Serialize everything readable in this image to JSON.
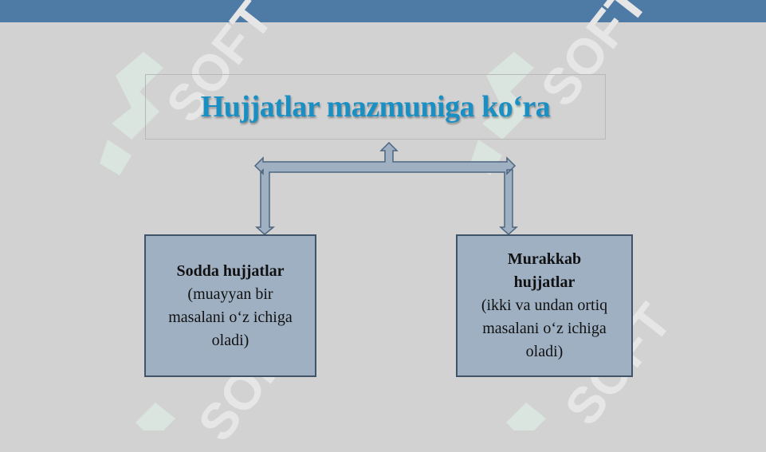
{
  "colors": {
    "top_bar": "#4e7aa6",
    "background": "#d2d2d2",
    "title": "#1a8fc4",
    "box_fill": "#9fb0c3",
    "box_border": "#3f5369",
    "arrow_fill": "#9fb0c3",
    "arrow_stroke": "#4d6580",
    "watermark": "#e6e6e6",
    "watermark_logo": "#dff5e8"
  },
  "title": "Hujjatlar mazmuniga ko‘ra",
  "watermark": {
    "text": "SOFT",
    "icon": "soft-logo-icon"
  },
  "left_box": {
    "heading": "Sodda  hujjatlar",
    "lines": [
      "(muayyan bir",
      "masalani o‘z ichiga",
      "oladi)"
    ]
  },
  "right_box": {
    "heading_lines": [
      "Murakkab",
      "hujjatlar"
    ],
    "lines": [
      "(ikki va undan ortiq",
      "masalani o‘z ichiga",
      "oladi)"
    ]
  }
}
